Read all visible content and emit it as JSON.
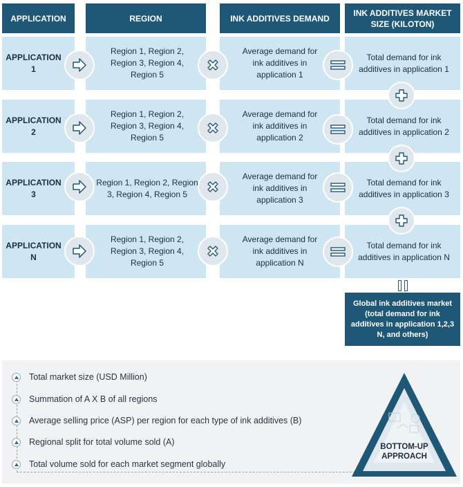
{
  "headers": {
    "application": "APPLICATION",
    "region": "REGION",
    "demand": "INK ADDITIVES DEMAND",
    "market_size": "INK ADDITIVES MARKET SIZE (KILOTON)"
  },
  "rows": [
    {
      "application": "APPLICATION 1",
      "regions": "Region 1, Region 2, Region 3, Region 4, Region 5",
      "demand": "Average demand for ink additives in application 1",
      "total": "Total demand for ink additives in application 1"
    },
    {
      "application": "APPLICATION 2",
      "regions": "Region 1, Region 2, Region 3, Region 4, Region 5",
      "demand": "Average demand for ink additives in application 2",
      "total": "Total demand for ink additives in application 2"
    },
    {
      "application": "APPLICATION 3",
      "regions": "Region 1, Region 2, Region 3, Region 4, Region 5",
      "demand": "Average demand for ink additives in application 3",
      "total": "Total demand for ink additives in application 3"
    },
    {
      "application": "APPLICATION N",
      "regions": "Region 1, Region 2, Region 3, Region 4, Region 5",
      "demand": "Average demand for ink additives in application N",
      "total": "Total demand for ink additives in application N"
    }
  ],
  "global_market": "Global ink additives market (total demand for ink additives in application 1,2,3 N, and others)",
  "steps": [
    "Total market size (USD Million)",
    "Summation of A X B of all regions",
    "Average selling price (ASP) per region for each type of ink additives (B)",
    "Regional split for total volume sold (A)",
    "Total volume sold for each market segment globally"
  ],
  "approach_label": "BOTTOM-UP APPROACH",
  "icons": {
    "arrow": "arrow-right-icon",
    "multiply": "multiply-icon",
    "equals": "equals-icon",
    "plus": "plus-icon",
    "pause": "parallel-lines-icon",
    "step": "triangle-bullet-icon",
    "approach": "pyramid-icon"
  },
  "colors": {
    "header_bg": "#1f5777",
    "cell_bg": "#cde6f2",
    "operator_bg": "#dfe6ec",
    "panel_bg": "#f1f2f4"
  }
}
